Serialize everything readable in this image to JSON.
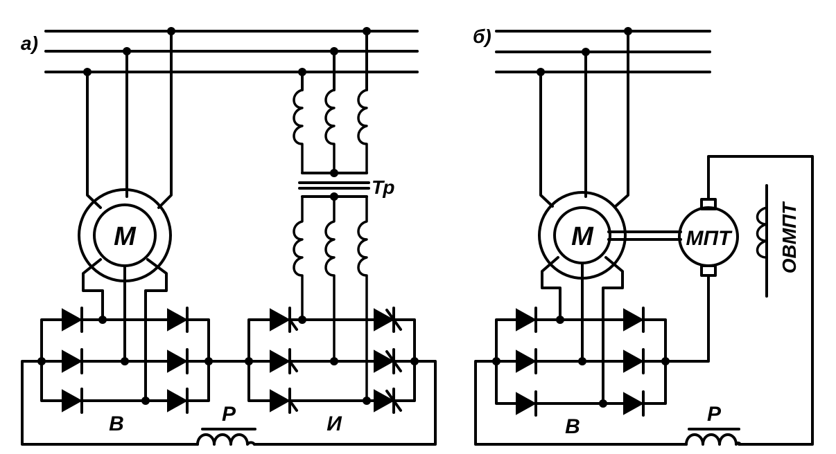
{
  "diagram_a": {
    "panel_label": "а)",
    "motor_label": "М",
    "rectifier_label": "В",
    "inverter_label": "И",
    "transformer_label": "Тр",
    "reactor_label": "Р"
  },
  "diagram_b": {
    "panel_label": "б)",
    "motor_label": "М",
    "dc_machine_label": "МПТ",
    "field_winding_label": "ОВМПТ",
    "rectifier_label": "В",
    "reactor_label": "Р"
  }
}
